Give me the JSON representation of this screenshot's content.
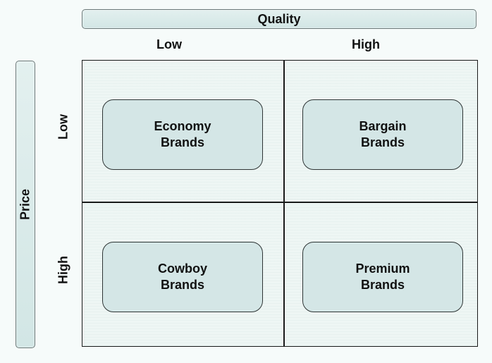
{
  "axes": {
    "quality": {
      "title": "Quality",
      "low": "Low",
      "high": "High"
    },
    "price": {
      "title": "Price",
      "low": "Low",
      "high": "High"
    }
  },
  "quadrants": {
    "top_left": {
      "line1": "Economy",
      "line2": "Brands"
    },
    "top_right": {
      "line1": "Bargain",
      "line2": "Brands"
    },
    "bottom_left": {
      "line1": "Cowboy",
      "line2": "Brands"
    },
    "bottom_right": {
      "line1": "Premium",
      "line2": "Brands"
    }
  },
  "colors": {
    "box_fill": "#d4e6e6",
    "grid_fill": "#eef6f4",
    "bar_fill": "#d2e6e5",
    "line": "#1a1a1a"
  }
}
